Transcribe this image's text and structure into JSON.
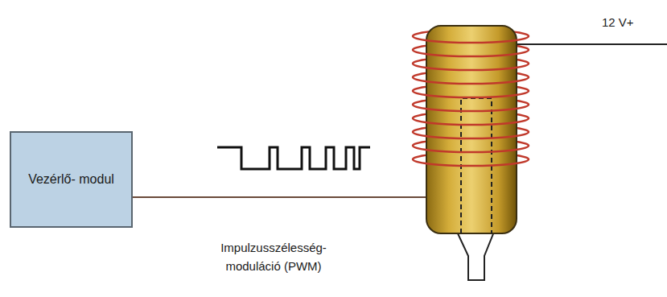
{
  "diagram": {
    "nodes": [
      {
        "text": [
          "Vezérlő- modul"
        ]
      }
    ],
    "labels": [
      "Impulzusszélesség- moduláció (PWM)",
      "12 V+"
    ]
  }
}
